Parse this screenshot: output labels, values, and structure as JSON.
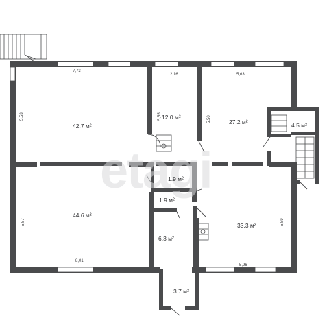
{
  "watermark": "etagi",
  "rooms": {
    "r1": "42.7 м²",
    "r2": "12.0 м²",
    "r3": "27.2 м²",
    "r4": "4.5 м²",
    "r5": "1.9 м²",
    "r6": "1.9 м²",
    "r7": "44.6 м²",
    "r8": "6.3 м²",
    "r9": "33.3 м²",
    "r10": "3.7 м²"
  },
  "dimensions": {
    "d_top_left": "7,73",
    "d_top_mid": "2,16",
    "d_top_right": "5,63",
    "d_left_upper": "5,53",
    "d_mid_room": "5,55",
    "d_right_room": "5,50",
    "d_left_lower": "5,57",
    "d_right_lower": "5,59",
    "d_bottom_left": "8,01",
    "d_bottom_right": "5,96"
  },
  "colors": {
    "wall": "#4a4b4d",
    "background": "#ffffff",
    "watermark": "#d9dadc"
  }
}
